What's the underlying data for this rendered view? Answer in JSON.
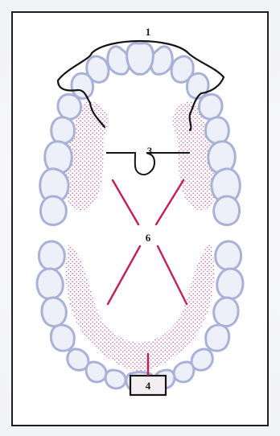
{
  "diagram": {
    "labels": {
      "arch_wire": "1",
      "palatal_expander": "3",
      "lower_block": "4",
      "cross_elastics": "6"
    },
    "colors": {
      "teeth_outline": "#a9b1d6",
      "teeth_fill": "#eef0f9",
      "stipple": "#c24a86",
      "elastic": "#c41e5a",
      "appliance": "#141414"
    }
  }
}
